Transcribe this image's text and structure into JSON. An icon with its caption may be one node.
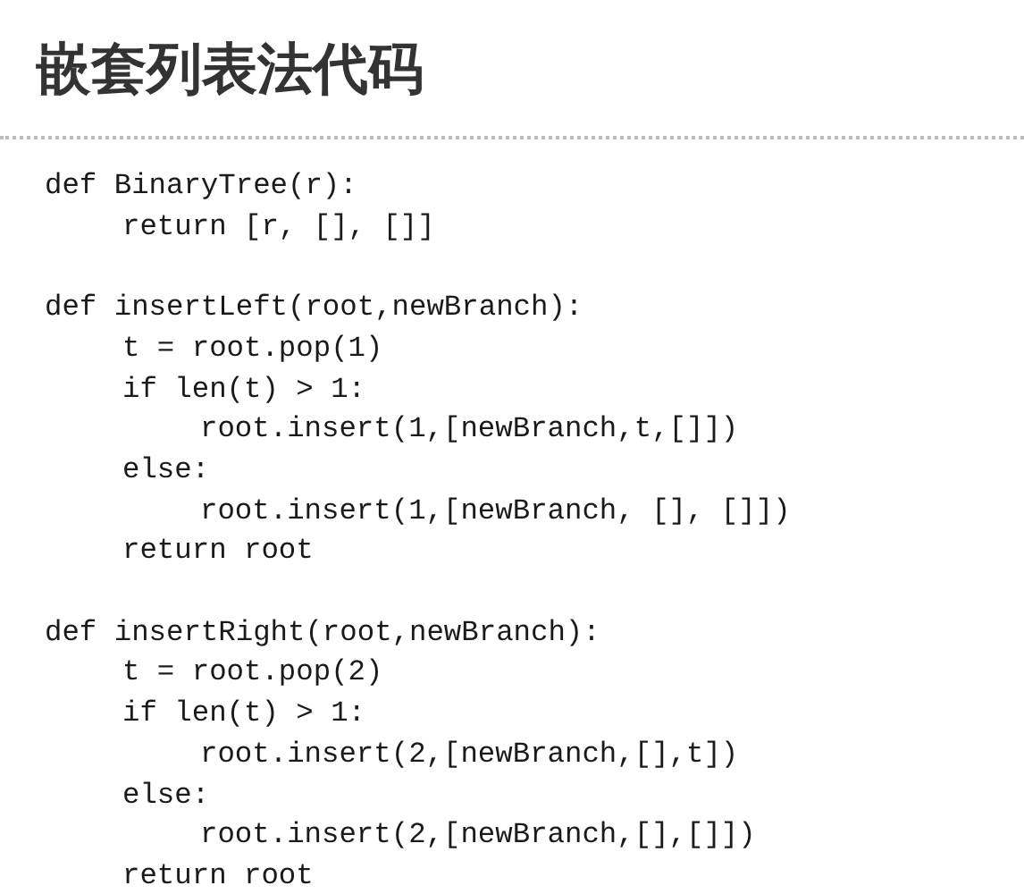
{
  "diagram": {
    "title": "嵌套列表法代码",
    "labels": [
      "def BinaryTree(r):",
      "return [r, [], []]",
      "def insertLeft(root,newBranch):",
      "t = root.pop(1)",
      "if len(t) > 1:",
      "root.insert(1,[newBranch,t,[]])",
      "else:",
      "root.insert(1,[newBranch, [], []])",
      "return root",
      "def insertRight(root,newBranch):",
      "t = root.pop(2)",
      "if len(t) > 1:",
      "root.insert(2,[newBranch,[],t])",
      "else:",
      "root.insert(2,[newBranch,[],[]])",
      "return root"
    ]
  }
}
